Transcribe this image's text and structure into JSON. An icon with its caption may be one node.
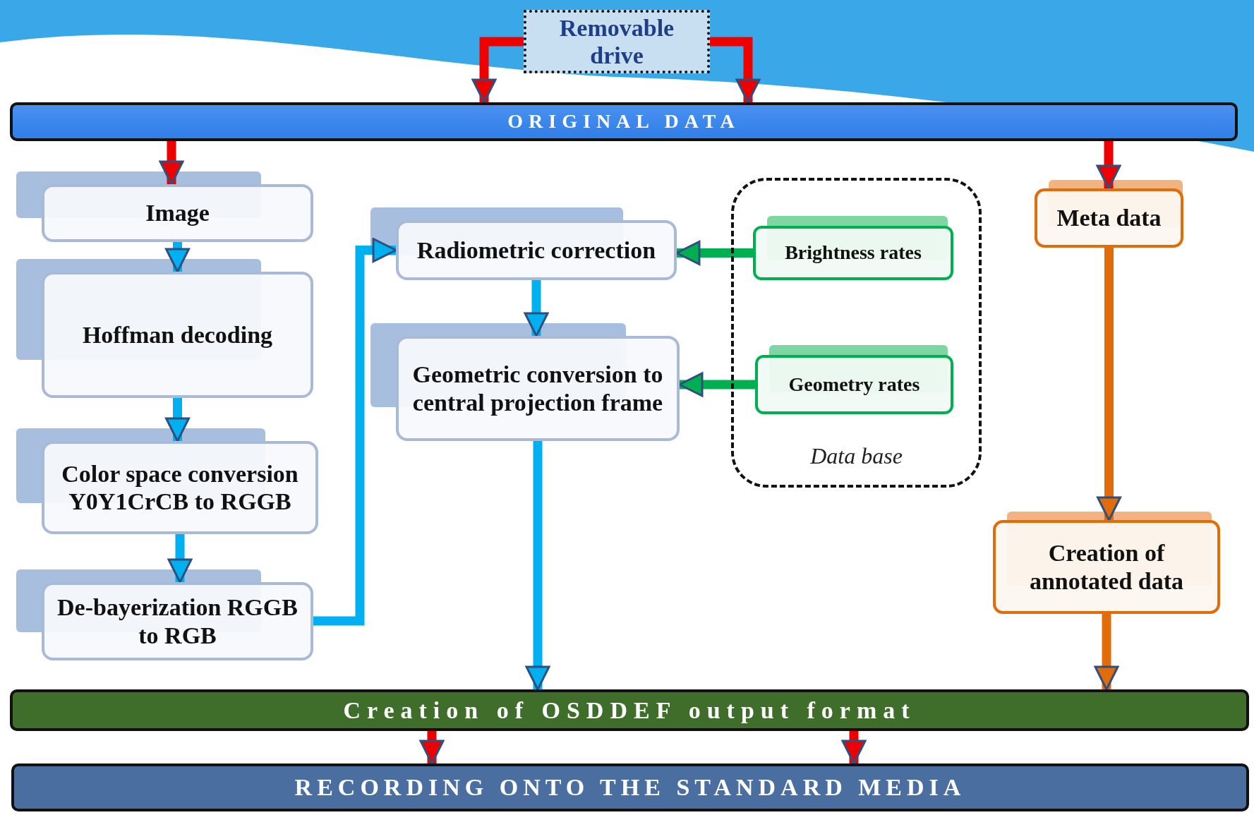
{
  "diagram": {
    "nodes": [
      {
        "text": [
          "Removable drive"
        ]
      },
      {
        "text": [
          "ORIGINAL DATA"
        ]
      },
      {
        "text": [
          "Image"
        ]
      },
      {
        "text": [
          "Hoffman decoding"
        ]
      },
      {
        "text": [
          "Color space conversion Y0Y1CrCB to RGGB"
        ]
      },
      {
        "text": [
          "De-bayerization RGGB to RGB"
        ]
      },
      {
        "text": [
          "Radiometric correction"
        ]
      },
      {
        "text": [
          "Geometric conversion to central projection frame"
        ]
      },
      {
        "text": [
          "Data base"
        ]
      },
      {
        "text": [
          "Brightness rates"
        ],
        "in": 8
      },
      {
        "text": [
          "Geometry rates"
        ],
        "in": 8
      },
      {
        "text": [
          "Meta data"
        ]
      },
      {
        "text": [
          "Creation of annotated data"
        ]
      },
      {
        "text": [
          "Creation of OSDDEF output format"
        ]
      },
      {
        "text": [
          "RECORDING ONTO THE STANDARD MEDIA"
        ]
      }
    ],
    "edges": [
      {
        "from": 0,
        "to": 1,
        "arrow": "to",
        "color": "#ee0000"
      },
      {
        "from": 0,
        "to": 1,
        "arrow": "to",
        "color": "#ee0000"
      },
      {
        "from": 1,
        "to": 2,
        "arrow": "to",
        "color": "#ee0000"
      },
      {
        "from": 1,
        "to": 11,
        "arrow": "to",
        "color": "#ee0000"
      },
      {
        "from": 2,
        "to": 3,
        "arrow": "to",
        "color": "#00b0f0"
      },
      {
        "from": 3,
        "to": 4,
        "arrow": "to",
        "color": "#00b0f0"
      },
      {
        "from": 4,
        "to": 5,
        "arrow": "to",
        "color": "#00b0f0"
      },
      {
        "from": 5,
        "to": 6,
        "arrow": "to",
        "color": "#00b0f0"
      },
      {
        "from": 6,
        "to": 7,
        "arrow": "to",
        "color": "#00b0f0"
      },
      {
        "from": 9,
        "to": 6,
        "arrow": "to",
        "color": "#00b050"
      },
      {
        "from": 10,
        "to": 7,
        "arrow": "to",
        "color": "#00b050"
      },
      {
        "from": 7,
        "to": 13,
        "arrow": "to",
        "color": "#00b0f0"
      },
      {
        "from": 11,
        "to": 12,
        "arrow": "to",
        "color": "#e36c0a"
      },
      {
        "from": 12,
        "to": 13,
        "arrow": "to",
        "color": "#e36c0a"
      },
      {
        "from": 13,
        "to": 14,
        "arrow": "to",
        "color": "#ee0000"
      },
      {
        "from": 13,
        "to": 14,
        "arrow": "to",
        "color": "#ee0000"
      }
    ]
  }
}
